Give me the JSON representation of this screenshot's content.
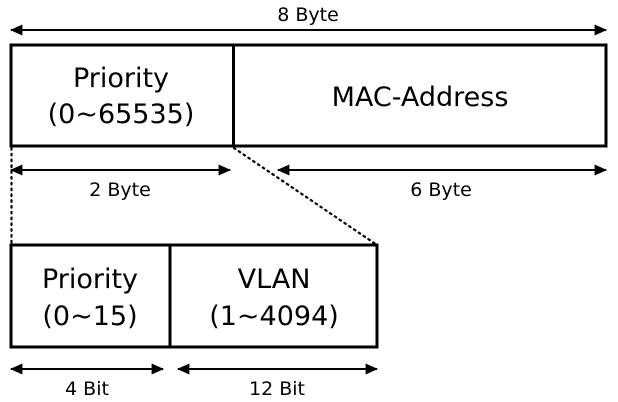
{
  "diagram": {
    "title": "Priority / MAC-Address frame field layout",
    "colors": {
      "stroke": "#000000",
      "fill": "#ffffff",
      "text": "#000000"
    },
    "top_row": {
      "overall_size_label": "8 Byte",
      "cells": [
        {
          "name": "priority",
          "title": "Priority",
          "range": "(0~65535)",
          "size_label": "2 Byte"
        },
        {
          "name": "mac-address",
          "title": "MAC-Address",
          "range": "",
          "size_label": "6 Byte"
        }
      ]
    },
    "bottom_row": {
      "cells": [
        {
          "name": "priority",
          "title": "Priority",
          "range": "(0~15)",
          "size_label": "4 Bit"
        },
        {
          "name": "vlan",
          "title": "VLAN",
          "range": "(1~4094)",
          "size_label": "12 Bit"
        }
      ]
    }
  }
}
